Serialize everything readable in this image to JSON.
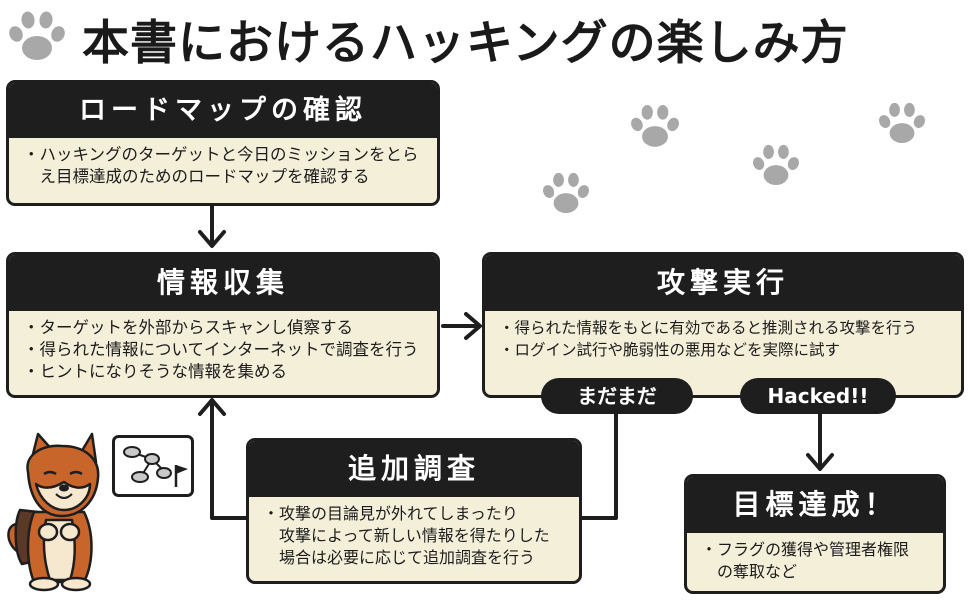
{
  "title": "本書におけるハッキングの楽しみ方",
  "colors": {
    "dark": "#1e1e1e",
    "box_bg": "#f4efd9",
    "paw": "#a8a8a8",
    "dog": "#c8652a"
  },
  "icons": [
    "paw-print-icon",
    "shiba-dog-mascot",
    "network-flag-icon"
  ],
  "boxes": {
    "roadmap": {
      "heading": "ロードマップの確認",
      "lines": [
        "・ハッキングのターゲットと今日のミッションをとら",
        "　え目標達成のためのロードマップを確認する"
      ]
    },
    "recon": {
      "heading": "情報収集",
      "lines": [
        "・ターゲットを外部からスキャンし偵察する",
        "・得られた情報についてインターネットで調査を行う",
        "・ヒントになりそうな情報を集める"
      ]
    },
    "attack": {
      "heading": "攻撃実行",
      "lines": [
        "・得られた情報をもとに有効であると推測される攻撃を行う",
        "・ログイン試行や脆弱性の悪用などを実際に試す"
      ]
    },
    "extra": {
      "heading": "追加調査",
      "lines": [
        "・攻撃の目論見が外れてしまったり",
        "　攻撃によって新しい情報を得たりした",
        "　場合は必要に応じて追加調査を行う"
      ]
    },
    "goal": {
      "heading": "目標達成！",
      "lines": [
        "・フラグの獲得や管理者権限",
        "　の奪取など"
      ]
    }
  },
  "labels": {
    "not_yet": "まだまだ",
    "hacked": "Hacked!!"
  }
}
